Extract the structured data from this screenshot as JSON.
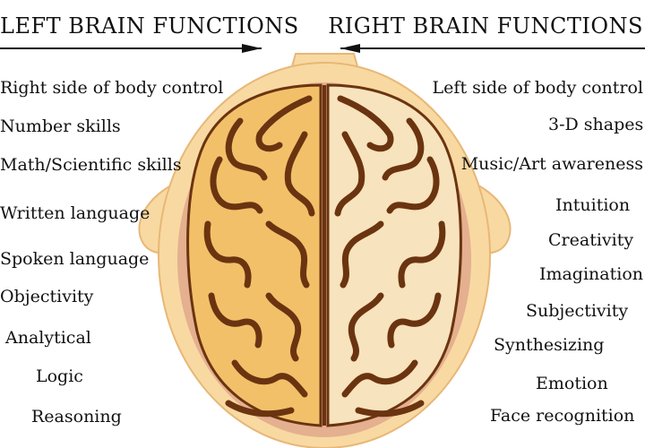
{
  "left": {
    "title": "LEFT BRAIN FUNCTIONS",
    "items": [
      "Right side of body control",
      "Number skills",
      "Math/Scientific skills",
      "Written language",
      "Spoken language",
      "Objectivity",
      "Analytical",
      "Logic",
      "Reasoning"
    ]
  },
  "right": {
    "title": "RIGHT BRAIN FUNCTIONS",
    "items": [
      "Left side of body control",
      "3-D shapes",
      "Music/Art awareness",
      "Intuition",
      "Creativity",
      "Imagination",
      "Subjectivity",
      "Synthesizing",
      "Emotion",
      "Face recognition"
    ]
  },
  "colors": {
    "head": "#f8d9a2",
    "head_outline": "#e8b777",
    "head_inner": "#e4b08f",
    "left_hemisphere": "#f3c06a",
    "right_hemisphere": "#f7e3bd",
    "sulci": "#6b3410",
    "text": "#111111"
  }
}
